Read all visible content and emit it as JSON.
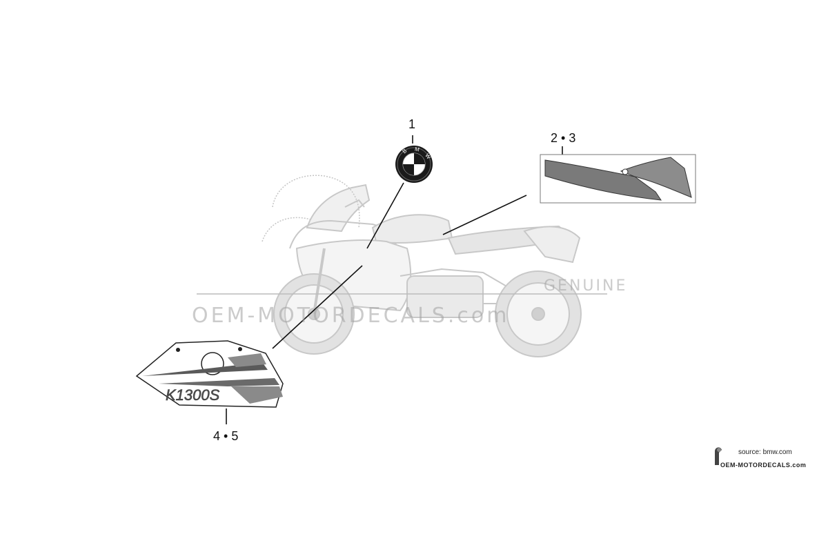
{
  "callouts": {
    "part1": "1",
    "part23": "2 • 3",
    "part45": "4 • 5"
  },
  "decal": {
    "model_text": "K1300S"
  },
  "emblem": {
    "letters": [
      "B",
      "M",
      "W"
    ]
  },
  "watermark": {
    "line1": "GENUINE",
    "line2": "OEM-MOTORDECALS.com"
  },
  "footer": {
    "source_label": "source: bmw.com",
    "brand_label": "OEM-MOTORDECALS.com"
  },
  "colors": {
    "line": "#111111",
    "decal_dark": "#555555",
    "decal_mid": "#8a8a8a",
    "bike_outline": "#c8c8c8",
    "watermark": "#b0b0b0"
  }
}
